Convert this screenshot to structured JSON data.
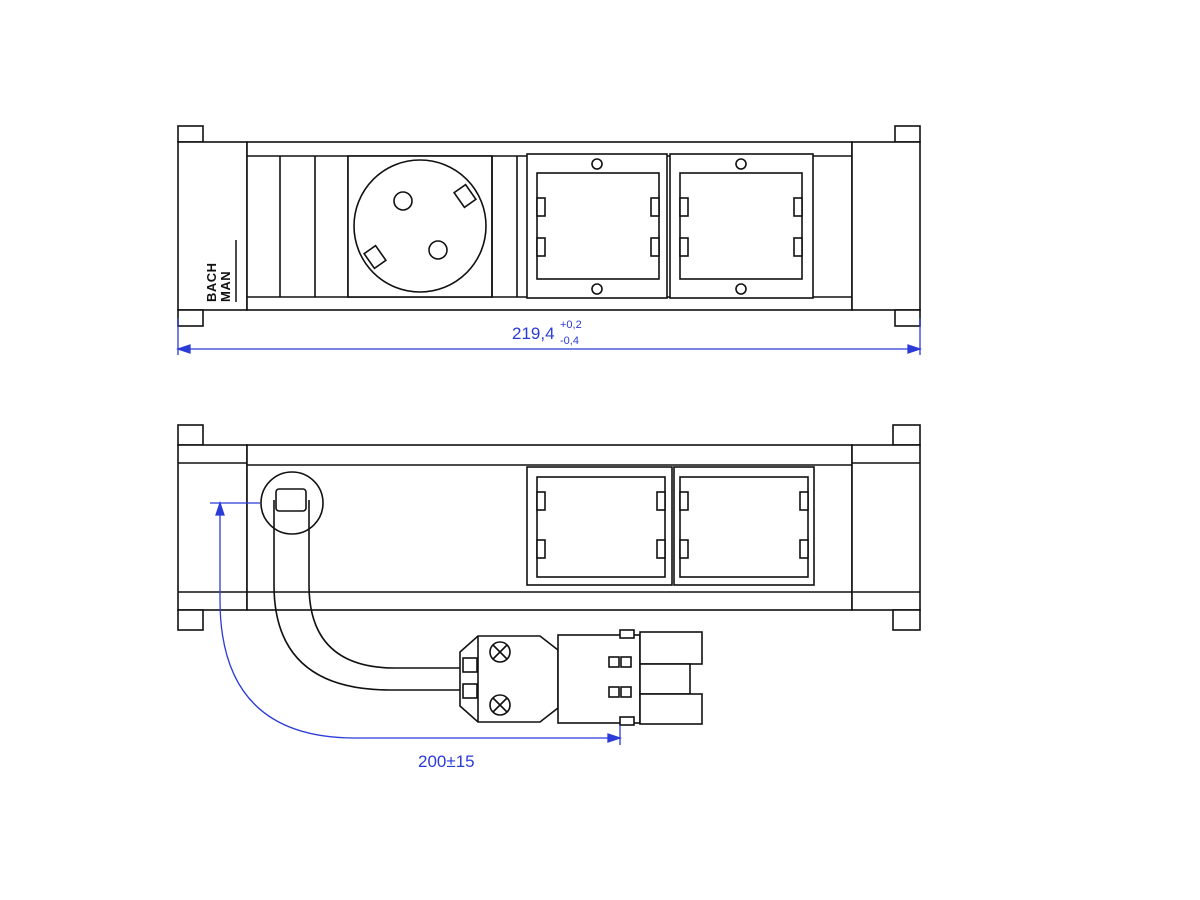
{
  "brand": {
    "line1": "BACH",
    "line2": "MAN"
  },
  "dimensions": {
    "width": {
      "value": "219,4",
      "upper_tol": "+0,2",
      "lower_tol": "-0,4"
    },
    "cable_length": {
      "label": "200±15"
    }
  },
  "colors": {
    "outline": "#111111",
    "dimension": "#2b3bd8",
    "fill": "#ffffff"
  }
}
